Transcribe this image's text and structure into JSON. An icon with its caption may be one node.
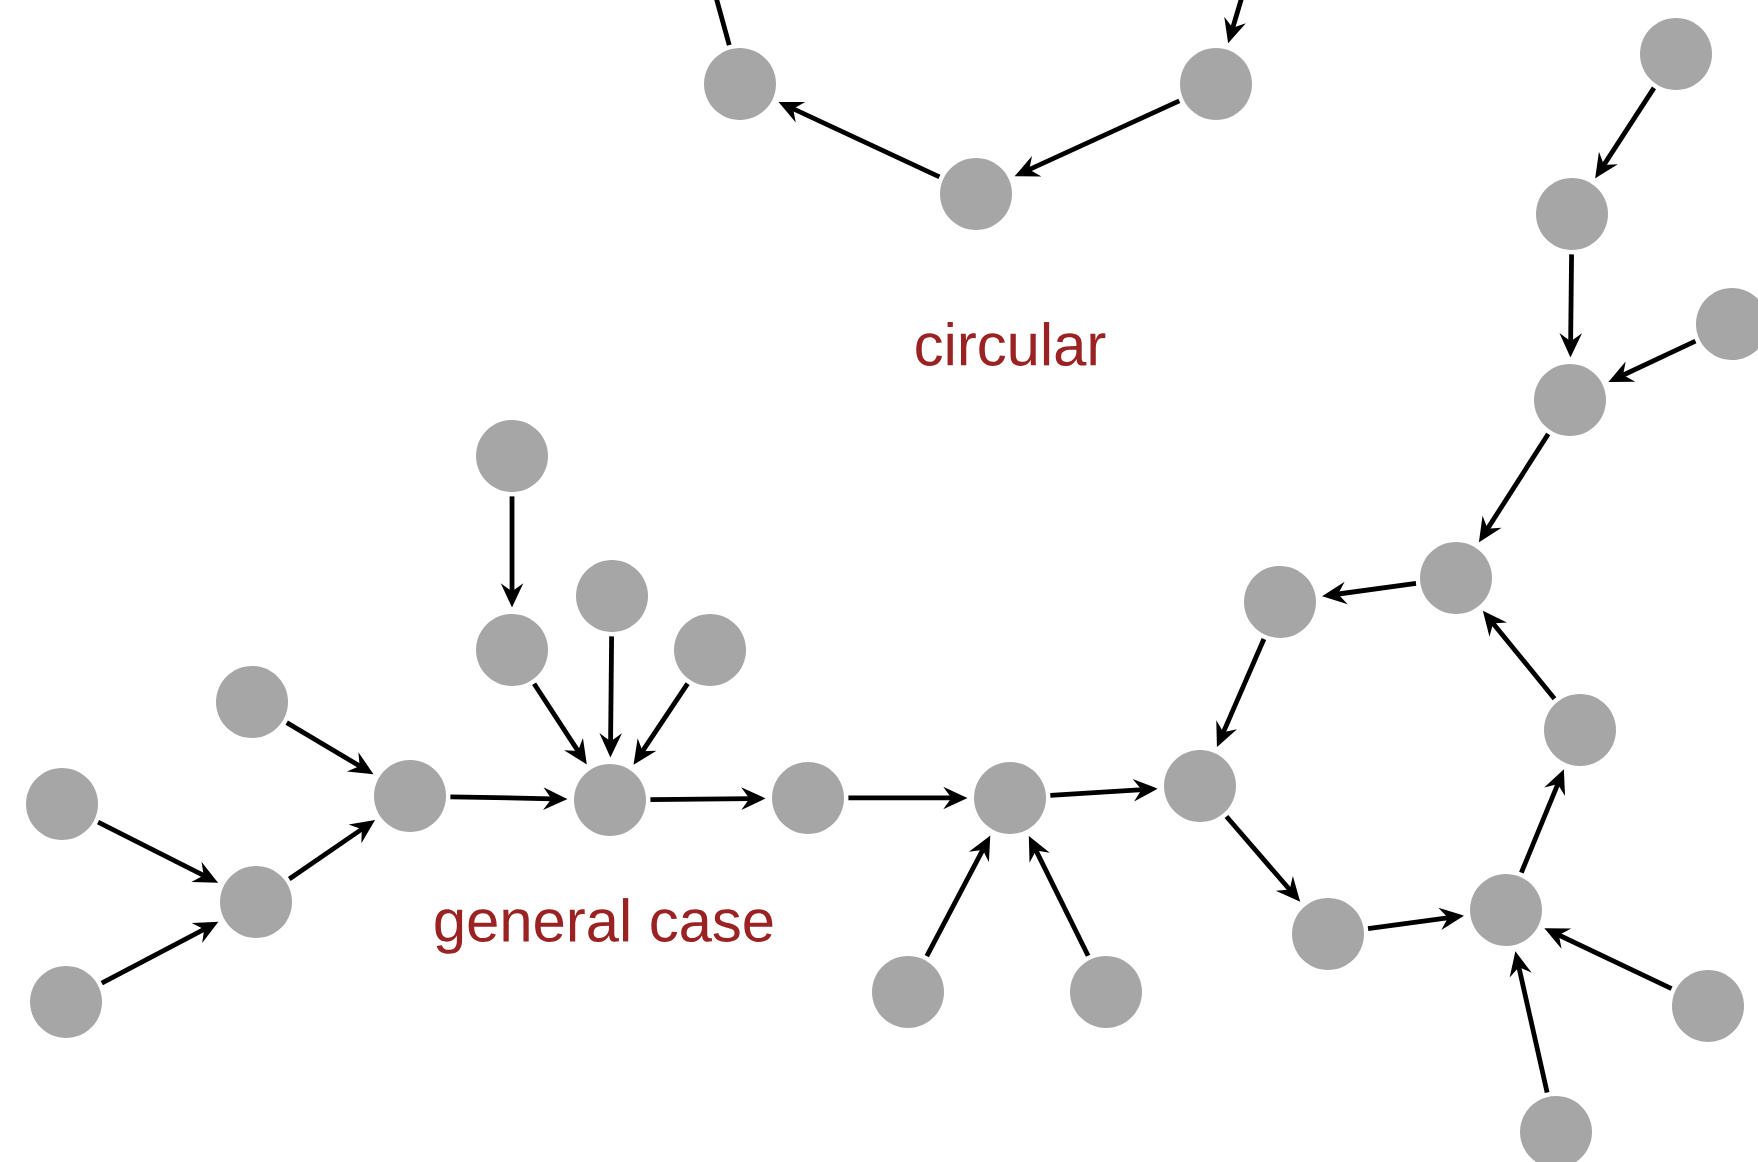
{
  "diagram": {
    "nodes": [
      {
        "text": [],
        "shape": "circle"
      },
      {
        "text": [],
        "shape": "circle"
      },
      {
        "text": [],
        "shape": "circle"
      },
      {
        "text": [],
        "shape": "circle"
      },
      {
        "text": [],
        "shape": "circle"
      },
      {
        "text": [],
        "shape": "circle"
      },
      {
        "text": [],
        "shape": "circle"
      },
      {
        "text": [],
        "shape": "circle"
      },
      {
        "text": [],
        "shape": "circle"
      },
      {
        "text": [],
        "shape": "circle"
      },
      {
        "text": [],
        "shape": "circle"
      },
      {
        "text": [],
        "shape": "circle"
      },
      {
        "text": [],
        "shape": "circle"
      },
      {
        "text": [],
        "shape": "circle"
      },
      {
        "text": [],
        "shape": "circle"
      },
      {
        "text": [],
        "shape": "circle"
      },
      {
        "text": [],
        "shape": "circle"
      },
      {
        "text": [],
        "shape": "circle"
      },
      {
        "text": [],
        "shape": "circle"
      },
      {
        "text": [],
        "shape": "circle"
      },
      {
        "text": [],
        "shape": "circle"
      },
      {
        "text": [],
        "shape": "circle"
      },
      {
        "text": [],
        "shape": "circle"
      },
      {
        "text": [],
        "shape": "circle"
      },
      {
        "text": [],
        "shape": "circle"
      },
      {
        "text": [],
        "shape": "circle"
      },
      {
        "text": [],
        "shape": "circle"
      },
      {
        "text": [],
        "shape": "circle"
      },
      {
        "text": [],
        "shape": "circle"
      }
    ],
    "edges": [
      {
        "from": 0,
        "to": null,
        "arrow": "none"
      },
      {
        "from": null,
        "to": 1,
        "arrow": "to"
      },
      {
        "from": 1,
        "to": 2,
        "arrow": "to"
      },
      {
        "from": 2,
        "to": 0,
        "arrow": "to"
      },
      {
        "from": 3,
        "to": 4,
        "arrow": "to"
      },
      {
        "from": 4,
        "to": 6,
        "arrow": "to"
      },
      {
        "from": 5,
        "to": 6,
        "arrow": "to"
      },
      {
        "from": 6,
        "to": 7,
        "arrow": "to"
      },
      {
        "from": 7,
        "to": 8,
        "arrow": "to"
      },
      {
        "from": 8,
        "to": 10,
        "arrow": "to"
      },
      {
        "from": 10,
        "to": 11,
        "arrow": "to"
      },
      {
        "from": 11,
        "to": 12,
        "arrow": "to"
      },
      {
        "from": 12,
        "to": 9,
        "arrow": "to"
      },
      {
        "from": 9,
        "to": 7,
        "arrow": "to"
      },
      {
        "from": 13,
        "to": 12,
        "arrow": "to"
      },
      {
        "from": 14,
        "to": 12,
        "arrow": "to"
      },
      {
        "from": 15,
        "to": 17,
        "arrow": "to"
      },
      {
        "from": 17,
        "to": 22,
        "arrow": "to"
      },
      {
        "from": 16,
        "to": 22,
        "arrow": "to"
      },
      {
        "from": 18,
        "to": 22,
        "arrow": "to"
      },
      {
        "from": 19,
        "to": 21,
        "arrow": "to"
      },
      {
        "from": 20,
        "to": 25,
        "arrow": "to"
      },
      {
        "from": 26,
        "to": 25,
        "arrow": "to"
      },
      {
        "from": 25,
        "to": 21,
        "arrow": "to"
      },
      {
        "from": 21,
        "to": 22,
        "arrow": "to"
      },
      {
        "from": 22,
        "to": 23,
        "arrow": "to"
      },
      {
        "from": 23,
        "to": 24,
        "arrow": "to"
      },
      {
        "from": 24,
        "to": 10,
        "arrow": "to"
      },
      {
        "from": 27,
        "to": 24,
        "arrow": "to"
      },
      {
        "from": 28,
        "to": 24,
        "arrow": "to"
      }
    ],
    "labels": [
      "circular",
      "general case"
    ]
  }
}
